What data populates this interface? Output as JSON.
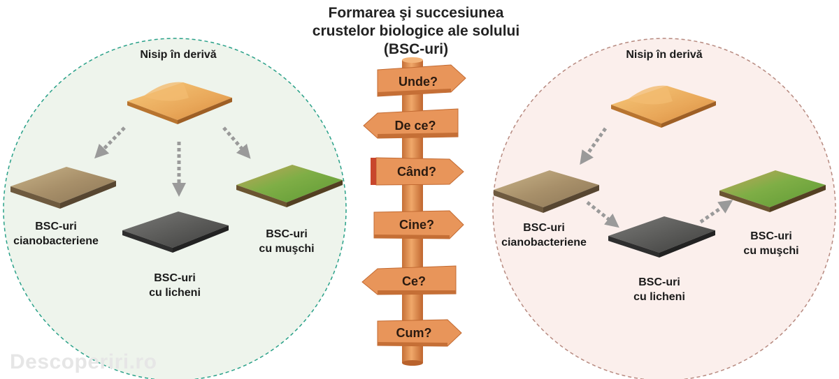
{
  "title_lines": [
    "Formarea şi succesiunea",
    "crustelor biologice ale solului",
    "(BSC-uri)"
  ],
  "signs": [
    "Unde?",
    "De ce?",
    "Când?",
    "Cine?",
    "Ce?",
    "Cum?"
  ],
  "left_panel": {
    "top_label": "Nisip în derivă",
    "cyano_label": [
      "BSC-uri",
      "cianobacteriene"
    ],
    "lichen_label": [
      "BSC-uri",
      "cu licheni"
    ],
    "moss_label": [
      "BSC-uri",
      "cu muşchi"
    ]
  },
  "right_panel": {
    "top_label": "Nisip în derivă",
    "cyano_label": [
      "BSC-uri",
      "cianobacteriene"
    ],
    "lichen_label": [
      "BSC-uri",
      "cu licheni"
    ],
    "moss_label": [
      "BSC-uri",
      "cu muşchi"
    ]
  },
  "watermark": "Descoperiri.ro",
  "colors": {
    "left_circle_fill": "#eef4ec",
    "left_circle_stroke": "#2aa189",
    "right_circle_fill": "#fbefec",
    "right_circle_stroke": "#b78a80",
    "sign_wood": "#e8955a",
    "pole_wood": "#e39a5c",
    "arrow_gray": "#9a9a9a"
  }
}
